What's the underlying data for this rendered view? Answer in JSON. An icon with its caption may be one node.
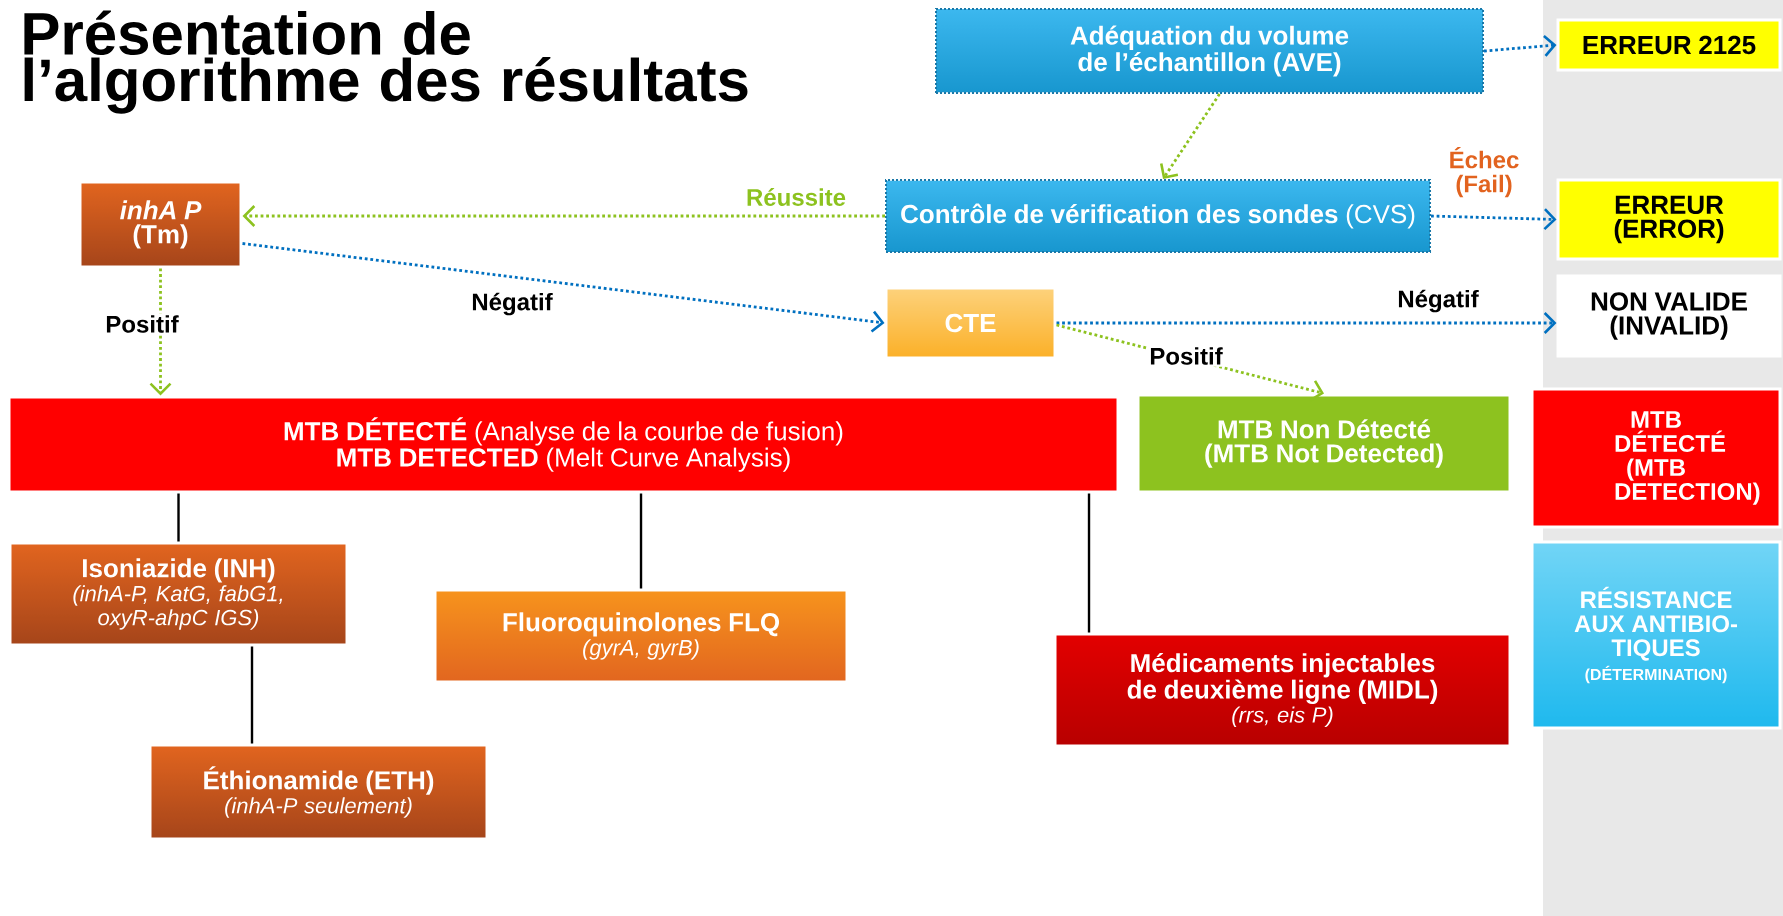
{
  "diagram": {
    "title": "Présentation de l’algorithme des résultats",
    "nodes": [
      {
        "text": [
          "Adéquation du volume de l’échantillon (AVE)"
        ]
      },
      {
        "text": [
          "ERREUR 2125"
        ]
      },
      {
        "text": [
          "**Contrôle de vérification des sondes** (CVS)"
        ]
      },
      {
        "text": [
          "ERREUR (ERROR)"
        ]
      },
      {
        "text": [
          "*inhA P* (Tm)"
        ]
      },
      {
        "text": [
          "CTE"
        ]
      },
      {
        "text": [
          "NON VALIDE (INVALID)"
        ]
      },
      {
        "text": [
          "**MTB DÉTECTÉ** (Analyse de la courbe de fusion)",
          "**MTB DETECTED** (Melt Curve Analysis)"
        ]
      },
      {
        "text": [
          "MTB Non Détecté (MTB Not Detected)"
        ]
      },
      {
        "text": [
          "MTB DÉTECTÉ (MTB DETECTION)"
        ]
      },
      {
        "text": [
          "Isoniazide (INH)",
          "(inhA-P, KatG, fabG1, oxyR-ahpC IGS)"
        ]
      },
      {
        "text": [
          "Fluoroquinolones FLQ",
          "(gyrA, gyrB)"
        ]
      },
      {
        "text": [
          "Médicaments injectables de deuxième ligne (MIDL)",
          "(rrs, eis P)"
        ]
      },
      {
        "text": [
          "RÉSISTANCE AUX ANTIBIO-TIQUES",
          "(DÉTERMINATION)"
        ]
      },
      {
        "text": [
          "Éthionamide (ETH)",
          "(inhA-P seulement)"
        ]
      }
    ],
    "edges": [
      {
        "from": 0,
        "to": 1,
        "arrow": "to",
        "style": "dashed",
        "color": "#0070c0"
      },
      {
        "from": 0,
        "to": 2,
        "arrow": "to",
        "style": "dashed",
        "color": "#8dc21f"
      },
      {
        "from": 2,
        "to": 4,
        "arrow": "to",
        "label": "Réussite",
        "style": "dashed",
        "color": "#8dc21f"
      },
      {
        "from": 2,
        "to": 3,
        "arrow": "to",
        "label": "Échec (Fail)",
        "style": "dashed",
        "color": "#0070c0"
      },
      {
        "from": 4,
        "to": 5,
        "arrow": "to",
        "label": "Négatif",
        "style": "dashed",
        "color": "#0070c0"
      },
      {
        "from": 4,
        "to": 7,
        "arrow": "to",
        "label": "Positif",
        "style": "dashed",
        "color": "#8dc21f"
      },
      {
        "from": 5,
        "to": 6,
        "arrow": "to",
        "label": "Négatif",
        "style": "dashed",
        "color": "#0070c0"
      },
      {
        "from": 5,
        "to": 8,
        "arrow": "to",
        "label": "Positif",
        "style": "dashed",
        "color": "#8dc21f"
      },
      {
        "from": 7,
        "to": 10,
        "arrow": "none",
        "color": "#000000"
      },
      {
        "from": 7,
        "to": 11,
        "arrow": "none",
        "color": "#000000"
      },
      {
        "from": 7,
        "to": 12,
        "arrow": "none",
        "color": "#000000"
      },
      {
        "from": 10,
        "to": 14,
        "arrow": "none",
        "color": "#000000"
      }
    ]
  }
}
